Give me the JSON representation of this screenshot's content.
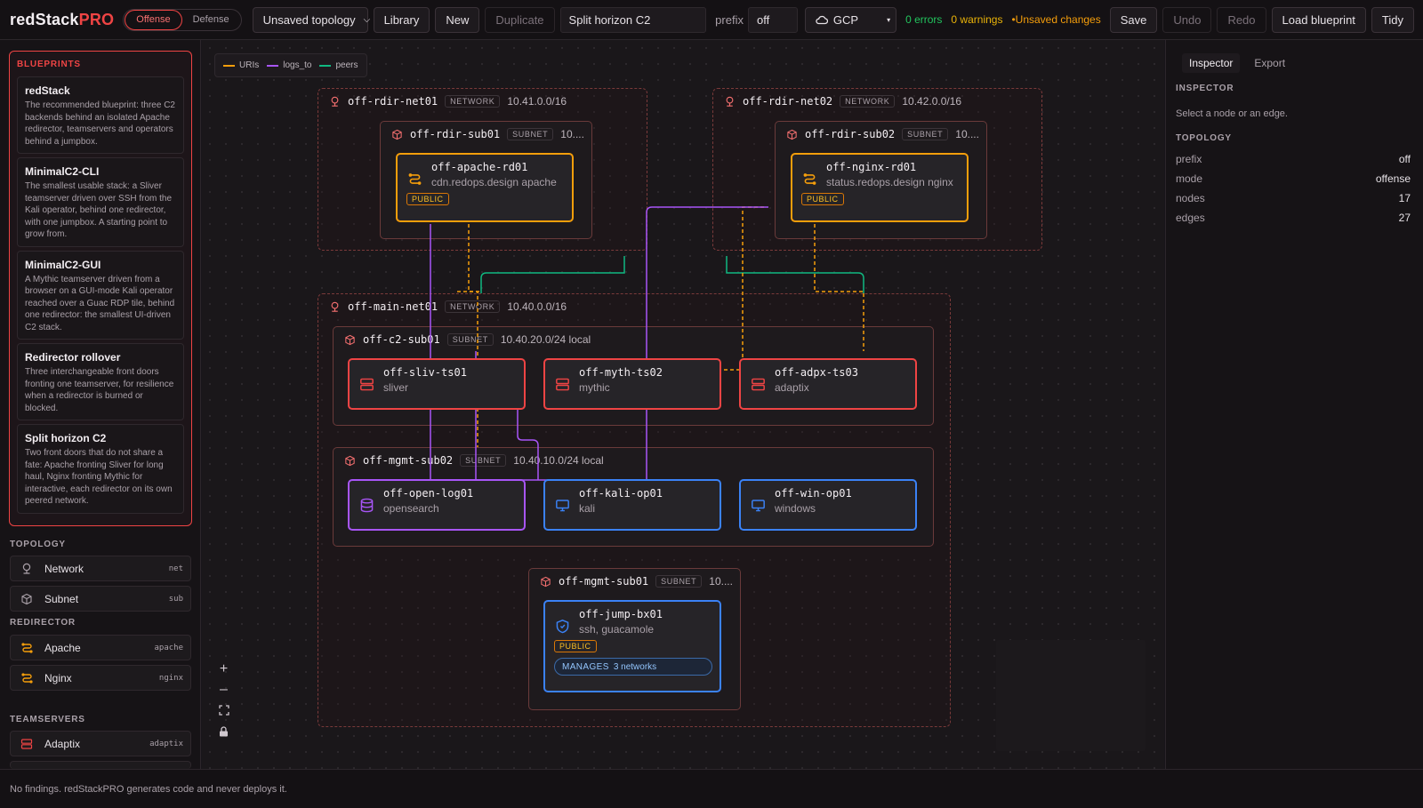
{
  "app": {
    "brand_main": "redStack",
    "brand_accent": "PRO"
  },
  "toolbar": {
    "mode_offense": "Offense",
    "mode_defense": "Defense",
    "topology_select": "Unsaved topology",
    "library": "Library",
    "new": "New",
    "duplicate": "Duplicate",
    "name_value": "Split horizon C2",
    "prefix_label": "prefix",
    "prefix_value": "off",
    "cloud_value": "GCP",
    "errors": "0 errors",
    "warnings": "0 warnings",
    "unsaved": "•Unsaved changes",
    "save": "Save",
    "undo": "Undo",
    "redo": "Redo",
    "load_blueprint": "Load blueprint",
    "tidy": "Tidy"
  },
  "sidebar": {
    "blueprints_title": "BLUEPRINTS",
    "blueprints": [
      {
        "title": "redStack",
        "desc": "The recommended blueprint: three C2 backends behind an isolated Apache redirector, teamservers and operators behind a jumpbox."
      },
      {
        "title": "MinimalC2-CLI",
        "desc": "The smallest usable stack: a Sliver teamserver driven over SSH from the Kali operator, behind one redirector, with one jumpbox. A starting point to grow from."
      },
      {
        "title": "MinimalC2-GUI",
        "desc": "A Mythic teamserver driven from a browser on a GUI-mode Kali operator reached over a Guac RDP tile, behind one redirector: the smallest UI-driven C2 stack."
      },
      {
        "title": "Redirector rollover",
        "desc": "Three interchangeable front doors fronting one teamserver, for resilience when a redirector is burned or blocked."
      },
      {
        "title": "Split horizon C2",
        "desc": "Two front doors that do not share a fate: Apache fronting Sliver for long haul, Nginx fronting Mythic for interactive, each redirector on its own peered network."
      }
    ],
    "topology_title": "TOPOLOGY",
    "network_label": "Network",
    "network_key": "net",
    "subnet_label": "Subnet",
    "subnet_key": "sub",
    "redirector_title": "REDIRECTOR",
    "apache_label": "Apache",
    "apache_key": "apache",
    "nginx_label": "Nginx",
    "nginx_key": "nginx",
    "teamservers_title": "TEAMSERVERS",
    "adaptix_label": "Adaptix",
    "adaptix_key": "adaptix"
  },
  "legend": {
    "uris": "URIs",
    "logs_to": "logs_to",
    "peers": "peers"
  },
  "colors": {
    "uris": "#f59e0b",
    "logs_to": "#a855f7",
    "peers": "#10b981",
    "accent": "#ef4444"
  },
  "canvas": {
    "net_rdir1": {
      "name": "off-rdir-net01",
      "tag": "NETWORK",
      "cidr": "10.41.0.0/16"
    },
    "net_rdir2": {
      "name": "off-rdir-net02",
      "tag": "NETWORK",
      "cidr": "10.42.0.0/16"
    },
    "net_main": {
      "name": "off-main-net01",
      "tag": "NETWORK",
      "cidr": "10.40.0.0/16"
    },
    "sub_rdir1": {
      "name": "off-rdir-sub01",
      "tag": "SUBNET",
      "cidr": "10...."
    },
    "sub_rdir2": {
      "name": "off-rdir-sub02",
      "tag": "SUBNET",
      "cidr": "10...."
    },
    "sub_c2": {
      "name": "off-c2-sub01",
      "tag": "SUBNET",
      "cidr": "10.40.20.0/24 local"
    },
    "sub_mgmt2": {
      "name": "off-mgmt-sub02",
      "tag": "SUBNET",
      "cidr": "10.40.10.0/24 local"
    },
    "sub_mgmt1": {
      "name": "off-mgmt-sub01",
      "tag": "SUBNET",
      "cidr": "10...."
    },
    "node_apache": {
      "name": "off-apache-rd01",
      "sub": "cdn.redops.design apache",
      "badge": "PUBLIC"
    },
    "node_nginx": {
      "name": "off-nginx-rd01",
      "sub": "status.redops.design nginx",
      "badge": "PUBLIC"
    },
    "node_sliv": {
      "name": "off-sliv-ts01",
      "sub": "sliver"
    },
    "node_myth": {
      "name": "off-myth-ts02",
      "sub": "mythic"
    },
    "node_adpx": {
      "name": "off-adpx-ts03",
      "sub": "adaptix"
    },
    "node_log": {
      "name": "off-open-log01",
      "sub": "opensearch"
    },
    "node_kali": {
      "name": "off-kali-op01",
      "sub": "kali"
    },
    "node_win": {
      "name": "off-win-op01",
      "sub": "windows"
    },
    "node_jump": {
      "name": "off-jump-bx01",
      "sub": "ssh, guacamole",
      "badge": "PUBLIC",
      "manages_label": "MANAGES",
      "manages_value": "3 networks"
    }
  },
  "inspector": {
    "tab_inspector": "Inspector",
    "tab_export": "Export",
    "title": "INSPECTOR",
    "hint": "Select a node or an edge.",
    "topology_title": "TOPOLOGY",
    "rows": [
      {
        "key": "prefix",
        "value": "off"
      },
      {
        "key": "mode",
        "value": "offense"
      },
      {
        "key": "nodes",
        "value": "17"
      },
      {
        "key": "edges",
        "value": "27"
      }
    ]
  },
  "footer": {
    "text": "No findings. redStackPRO generates code and never deploys it."
  }
}
